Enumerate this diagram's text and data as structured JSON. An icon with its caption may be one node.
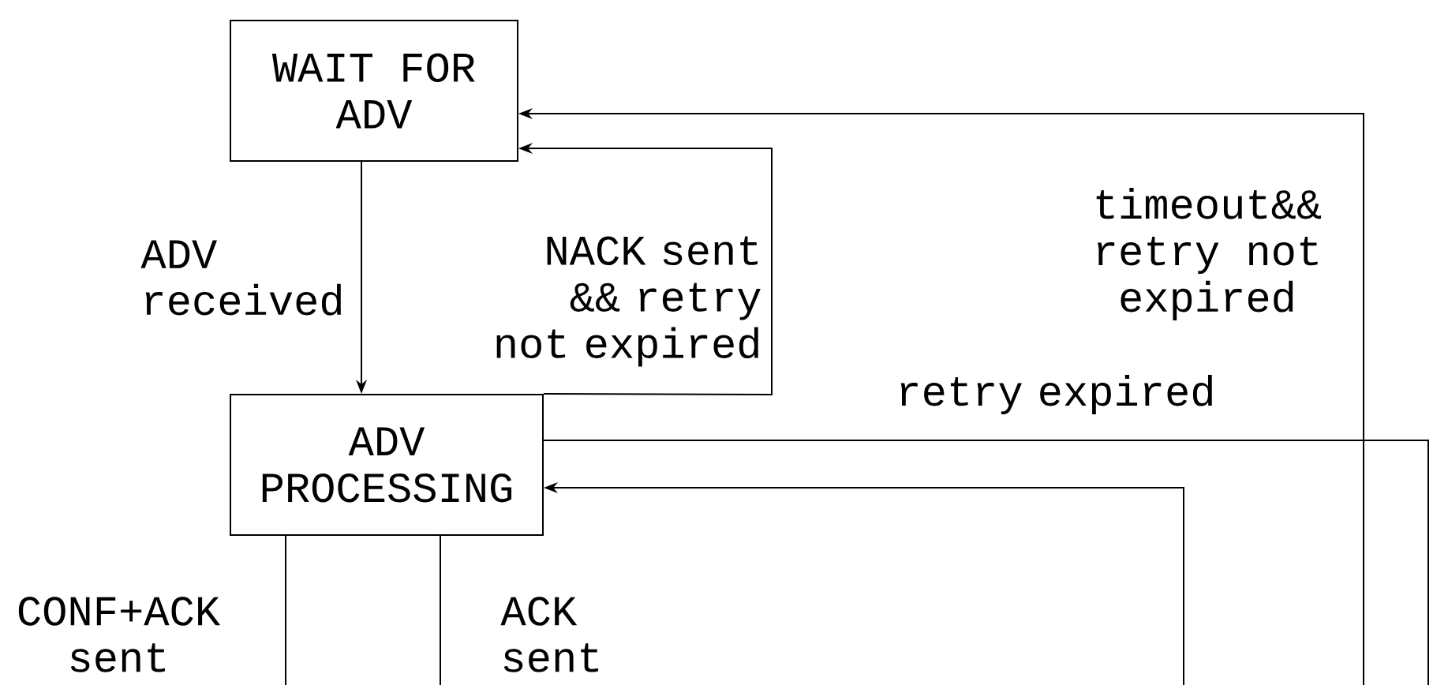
{
  "diagram": {
    "nodes": [
      {
        "text": [
          "WAIT FOR ADV"
        ]
      },
      {
        "text": [
          "ADV PROCESSING"
        ]
      }
    ],
    "edges": [
      {
        "from": 0,
        "to": 1,
        "arrow": "to",
        "label": "ADV received"
      },
      {
        "from": 1,
        "to": 0,
        "arrow": "to",
        "label": "NACK sent && retry not expired"
      },
      {
        "from": null,
        "to": 0,
        "arrow": "to",
        "label": "timeout&& retry not expired"
      },
      {
        "from": 1,
        "to": null,
        "arrow": "none",
        "label": "retry expired"
      },
      {
        "from": null,
        "to": 1,
        "arrow": "to"
      },
      {
        "from": 1,
        "to": null,
        "arrow": "none",
        "label": "CONF+ACK sent"
      },
      {
        "from": 1,
        "to": null,
        "arrow": "none",
        "label": "ACK sent"
      }
    ]
  }
}
